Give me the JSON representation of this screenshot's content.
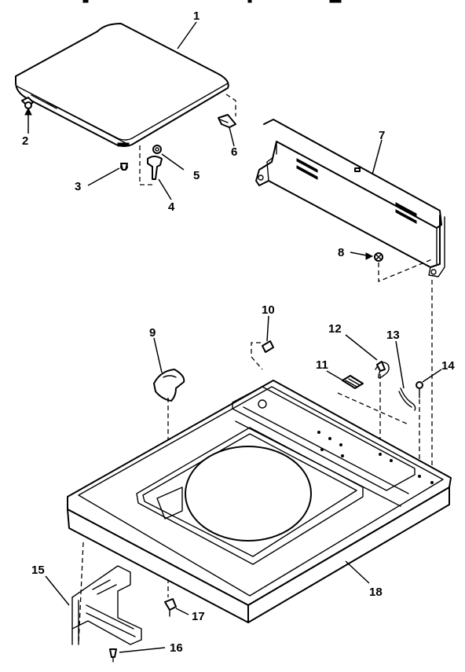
{
  "diagram": {
    "callouts": [
      {
        "id": "p1",
        "label": "1"
      },
      {
        "id": "p2",
        "label": "2"
      },
      {
        "id": "p3",
        "label": "3"
      },
      {
        "id": "p4",
        "label": "4"
      },
      {
        "id": "p5",
        "label": "5"
      },
      {
        "id": "p6",
        "label": "6"
      },
      {
        "id": "p7",
        "label": "7"
      },
      {
        "id": "p8",
        "label": "8"
      },
      {
        "id": "p9",
        "label": "9"
      },
      {
        "id": "p10",
        "label": "10"
      },
      {
        "id": "p11",
        "label": "11"
      },
      {
        "id": "p12",
        "label": "12"
      },
      {
        "id": "p13",
        "label": "13"
      },
      {
        "id": "p14",
        "label": "14"
      },
      {
        "id": "p15",
        "label": "15"
      },
      {
        "id": "p16",
        "label": "16"
      },
      {
        "id": "p17",
        "label": "17"
      },
      {
        "id": "p18",
        "label": "18"
      }
    ]
  }
}
